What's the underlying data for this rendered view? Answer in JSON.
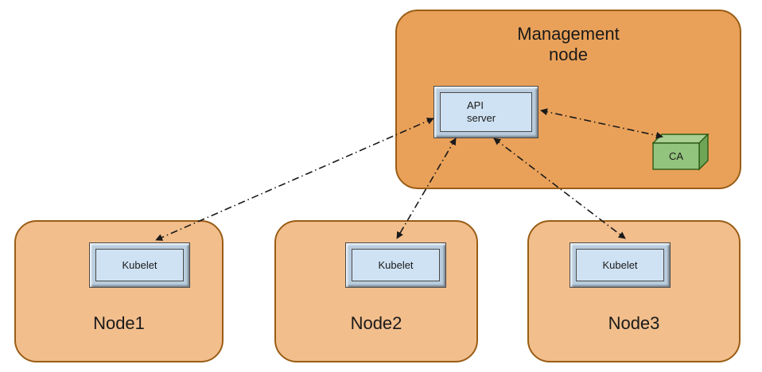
{
  "diagram": {
    "management_node": {
      "label": "Management node"
    },
    "api_server": {
      "label": "API server"
    },
    "ca": {
      "label": "CA"
    },
    "worker_nodes": [
      {
        "label": "Node1",
        "component": "Kubelet"
      },
      {
        "label": "Node2",
        "component": "Kubelet"
      },
      {
        "label": "Node3",
        "component": "Kubelet"
      }
    ],
    "connections": [
      {
        "from": "API server",
        "to": "Kubelet (Node1)",
        "line": "dash-dot",
        "arrows": "both"
      },
      {
        "from": "API server",
        "to": "Kubelet (Node2)",
        "line": "dash-dot",
        "arrows": "both"
      },
      {
        "from": "API server",
        "to": "Kubelet (Node3)",
        "line": "dash-dot",
        "arrows": "both"
      },
      {
        "from": "API server",
        "to": "CA",
        "line": "dash-dot",
        "arrows": "both"
      }
    ],
    "colors": {
      "management_fill": "#E9A159",
      "worker_fill": "#F2BE8C",
      "node_border": "#9A5D16",
      "component_fill": "#CFE2F3",
      "component_frame": "#B9CDDF",
      "component_border": "#4A4A4A",
      "ca_front": "#93C47D",
      "ca_top": "#A9CF92",
      "ca_side": "#6FA557",
      "ca_border": "#2D5A16",
      "edge_color": "#1A1A1A"
    }
  }
}
